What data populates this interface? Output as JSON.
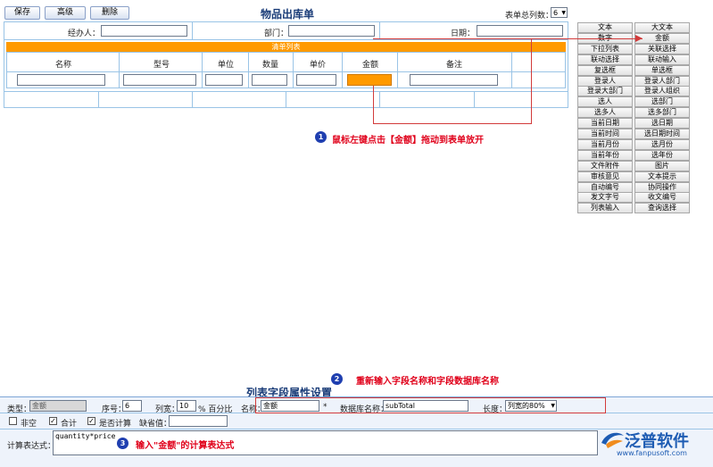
{
  "toolbar": {
    "save": "保存",
    "advanced": "高级",
    "delete": "删除"
  },
  "form": {
    "title": "物品出库单",
    "total_cols_label": "表单总列数：",
    "total_cols_value": "6",
    "handler_label": "经办人：",
    "dept_label": "部门：",
    "date_label": "日期："
  },
  "list_table": {
    "header": "清单列表",
    "columns": [
      "名称",
      "型号",
      "单位",
      "数量",
      "单价",
      "金额",
      "备注"
    ]
  },
  "palette": {
    "left": [
      "文本",
      "数字",
      "下拉列表",
      "联动选择",
      "复选框",
      "登录人",
      "登录大部门",
      "选人",
      "选多人",
      "当前日期",
      "当前时间",
      "当前月份",
      "当前年份",
      "文件附件",
      "审核意见",
      "自动编号",
      "发文字号",
      "列表输入"
    ],
    "right": [
      "大文本",
      "金额",
      "关联选择",
      "联动输入",
      "单选框",
      "登录人部门",
      "登录人组织",
      "选部门",
      "选多部门",
      "选日期",
      "选日期时间",
      "选月份",
      "选年份",
      "图片",
      "文本提示",
      "协同操作",
      "收文编号",
      "查询选择"
    ]
  },
  "annotations": {
    "a1_num": "1",
    "a1": "鼠标左键点击【金额】拖动到表单放开",
    "a2_num": "2",
    "a2": "重新输入字段名称和字段数据库名称",
    "a3_num": "3",
    "a3": "输入\"金额\"的计算表达式"
  },
  "props": {
    "title": "列表字段属性设置",
    "type_label": "类型：",
    "type_value": "金额",
    "seq_label": "序号：",
    "seq_value": "6",
    "width_label": "列宽：",
    "width_value": "10",
    "percent_label": "% 百分比",
    "name_label": "名称：",
    "name_value": "金额",
    "required_mark": "*",
    "db_label": "数据库名称：",
    "db_value": "subTotal",
    "length_label": "长度：",
    "length_value": "列宽的80%",
    "nonempty_label": "非空",
    "sum_label": "合计",
    "calc_label": "是否计算",
    "default_label": "缺省值：",
    "expr_label": "计算表达式：",
    "expr_value": "quantity*price"
  },
  "logo": {
    "name": "泛普软件",
    "url": "www.fanpusoft.com"
  }
}
